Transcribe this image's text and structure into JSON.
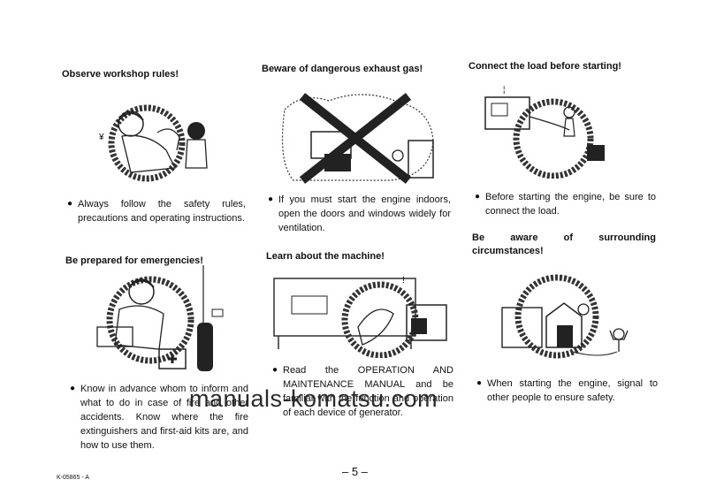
{
  "sections": [
    {
      "title": "Observe workshop rules!",
      "text": "Always follow the safety rules, precautions and operating instructions."
    },
    {
      "title": "Beware of dangerous exhaust gas!",
      "text": "If you must start the engine indoors, open the doors and windows widely for ventilation."
    },
    {
      "title": "Connect the load before starting!",
      "text": "Before starting the engine, be sure to connect the load."
    },
    {
      "title": "Be prepared for emergencies!",
      "text": "Know in advance whom to inform and what to do in case of fire and other accidents. Know where the fire extinguishers and first-aid kits are, and how to use them."
    },
    {
      "title": "Learn about the machine!",
      "text": "Read the OPERATION AND MAINTENANCE MANUAL and be familiar with the function and operation of each device of generator."
    },
    {
      "title": "Be aware of surrounding circumstances!",
      "text": "When starting the engine, signal to other people to ensure safety."
    }
  ],
  "bullet_symbol": "●",
  "watermark": "manuals-komatsu.com",
  "page_number": "– 5 –",
  "doc_code": "K-05865 - A"
}
